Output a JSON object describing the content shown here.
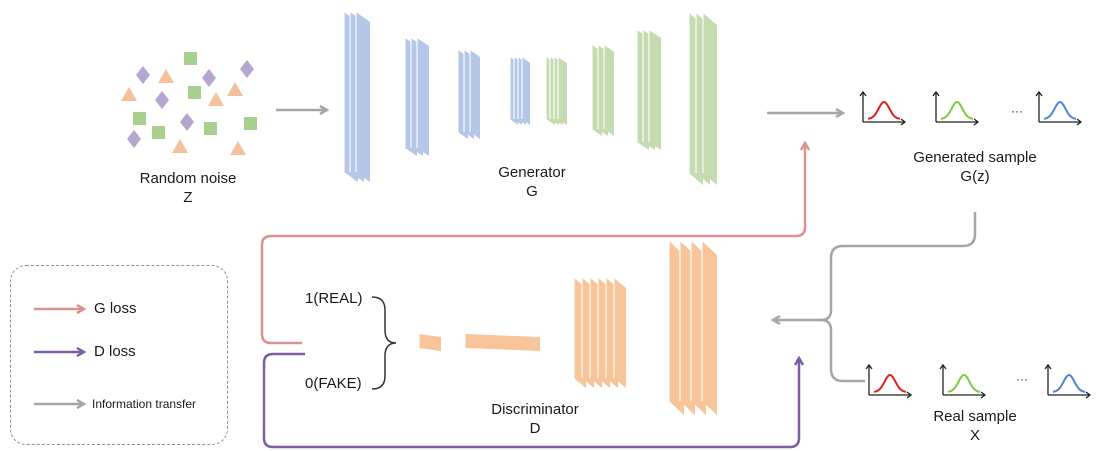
{
  "noise": {
    "label": "Random noise",
    "symbol": "Z"
  },
  "generator": {
    "label": "Generator",
    "symbol": "G"
  },
  "generated_sample": {
    "label": "Generated sample",
    "symbol": "G(z)",
    "ellipsis": "···"
  },
  "real_sample": {
    "label": "Real sample",
    "symbol": "X",
    "ellipsis": "···"
  },
  "discriminator": {
    "label": "Discriminator",
    "symbol": "D",
    "output_real": "1(REAL)",
    "output_fake": "0(FAKE)"
  },
  "legend": {
    "g_loss": "G loss",
    "d_loss": "D loss",
    "info": "Information transfer"
  },
  "colors": {
    "g_loss": "#d9928e",
    "d_loss": "#7b5ea6",
    "info": "#a6a6a6",
    "generator_encoder": "#b4c7e7",
    "generator_decoder": "#c5dcb0",
    "discriminator": "#f8c49a",
    "curve_red": "#e02020",
    "curve_green": "#7ccc3a",
    "curve_blue": "#4a86d6"
  }
}
